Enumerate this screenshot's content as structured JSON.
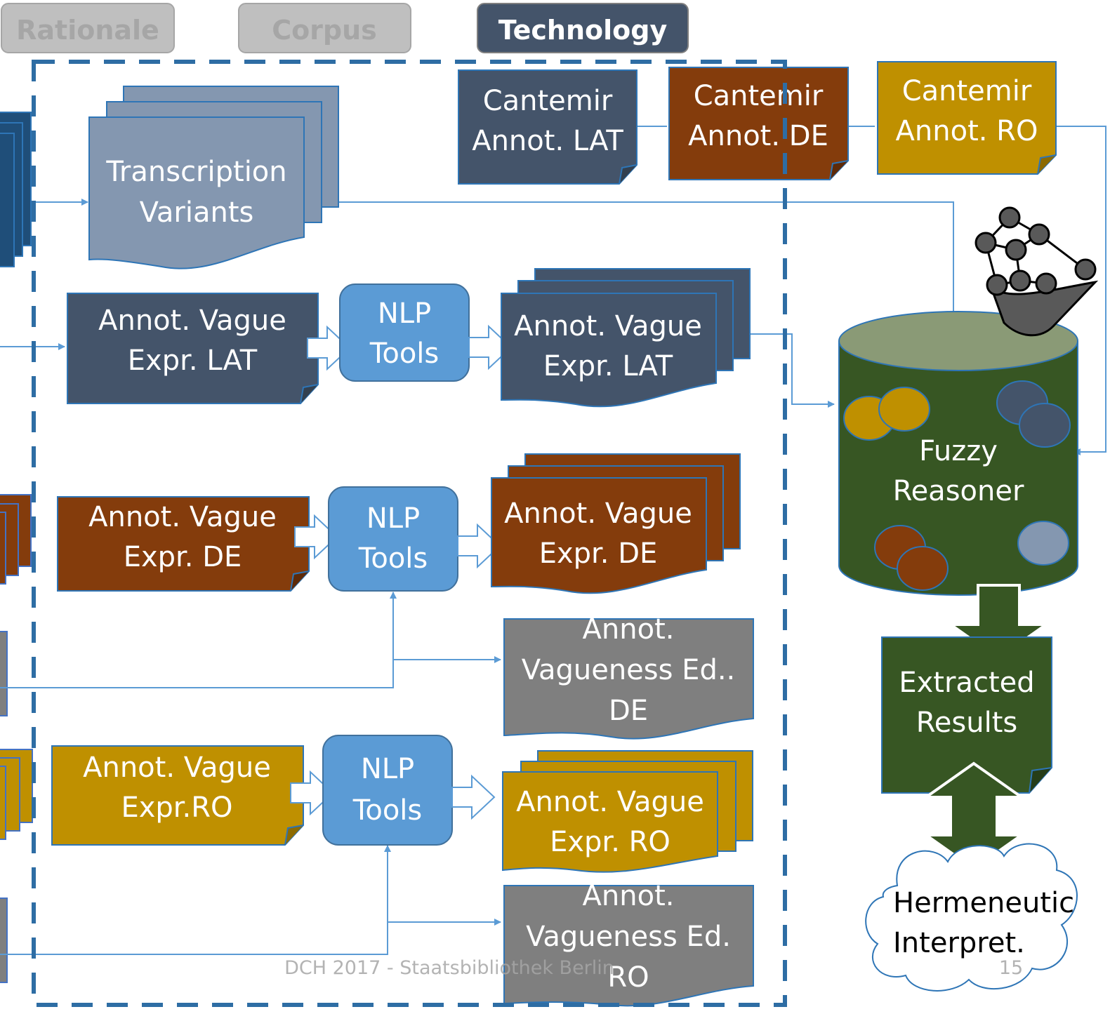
{
  "tabs": [
    {
      "label": "Rationale",
      "active": false
    },
    {
      "label": "Corpus",
      "active": false
    },
    {
      "label": "Technology",
      "active": true
    }
  ],
  "colors": {
    "slate": "#44546A",
    "rust": "#843C0C",
    "gold": "#BF9000",
    "lightslate": "#8497B0",
    "nlp": "#5B9BD5",
    "grey": "#7F7F7F",
    "green": "#375623",
    "connector": "#5B9BD5",
    "frame": "#2E6DA4",
    "tab_inactive": "#BFBFBF",
    "tab_active": "#44546A"
  },
  "diagram": {
    "cantemir_lat": [
      "Cantemir",
      "Annot. LAT"
    ],
    "cantemir_de": [
      "Cantemir",
      "Annot. DE"
    ],
    "cantemir_ro": [
      "Cantemir",
      "Annot. RO"
    ],
    "transcription": [
      "Transcription",
      "Variants"
    ],
    "annot_lat_in": [
      "Annot. Vague",
      "Expr. LAT"
    ],
    "annot_lat_out": [
      "Annot. Vague",
      "Expr. LAT"
    ],
    "annot_de_in": [
      "Annot. Vague",
      "Expr. DE"
    ],
    "annot_de_out": [
      "Annot. Vague",
      "Expr. DE"
    ],
    "annot_ro_in": [
      "Annot. Vague",
      "Expr.RO"
    ],
    "annot_ro_out": [
      "Annot. Vague",
      "Expr. RO"
    ],
    "nlp_tools": [
      "NLP",
      "Tools"
    ],
    "vagueness_de": [
      "Annot.",
      "Vagueness Ed..",
      "DE"
    ],
    "vagueness_ro": [
      "Annot.",
      "Vagueness Ed.",
      "RO"
    ],
    "fuzzy_reasoner": [
      "Fuzzy",
      "Reasoner"
    ],
    "extracted_results": [
      "Extracted",
      "Results"
    ],
    "hermeneutic": [
      "Hermeneutic",
      "Interpret."
    ]
  },
  "footer": {
    "text": "DCH 2017 - Staatsbibliothek Berlin",
    "page_number": "15"
  }
}
